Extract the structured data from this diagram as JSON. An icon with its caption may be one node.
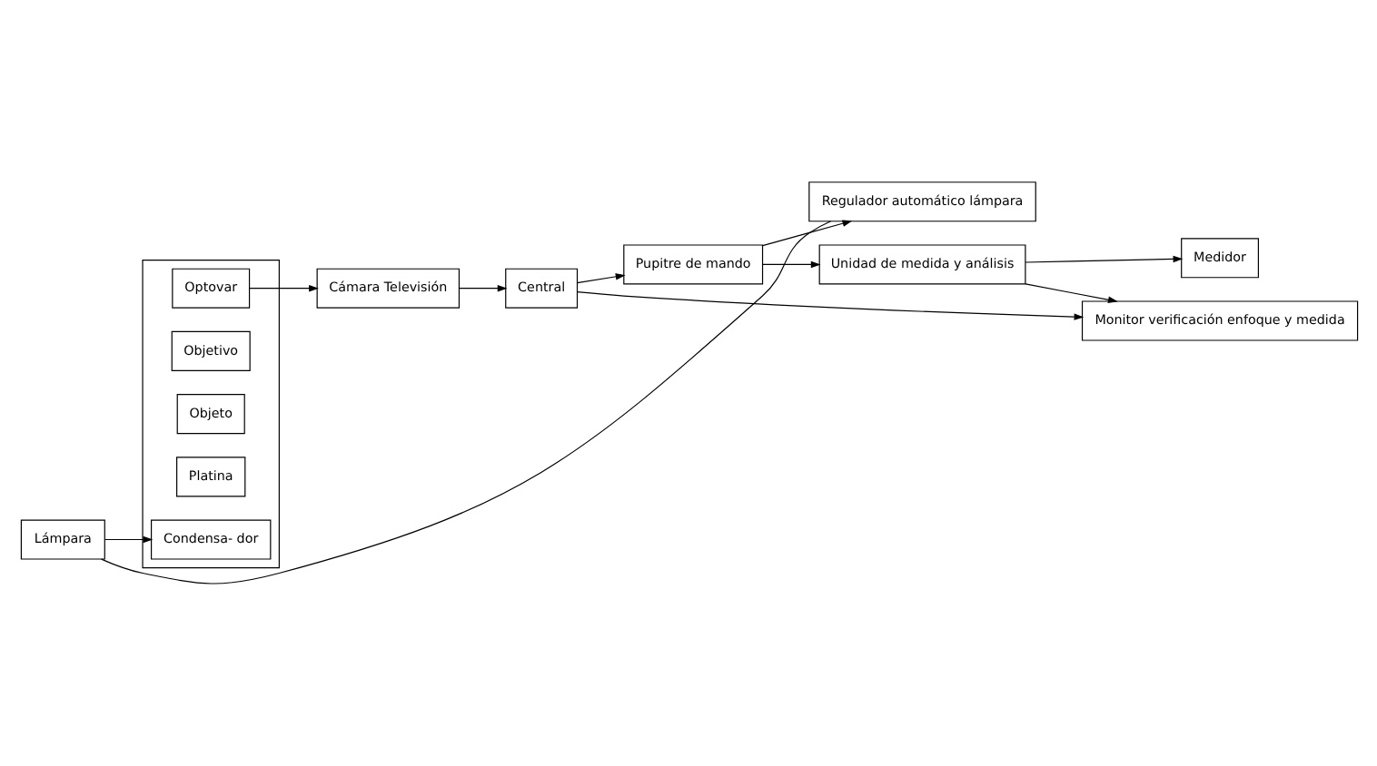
{
  "diagram": {
    "nodes": [
      {
        "text": [
          "Cámara Televisión"
        ]
      },
      {
        "text": [],
        "shape": "box"
      },
      {
        "text": [
          "Optovar"
        ],
        "in": 1
      },
      {
        "text": [
          "Objetivo"
        ],
        "in": 1
      },
      {
        "text": [
          "Objeto"
        ],
        "in": 1
      },
      {
        "text": [
          "Platina"
        ],
        "in": 1
      },
      {
        "text": [
          "Condensa- dor"
        ],
        "in": 1
      },
      {
        "text": [
          "Lámpara"
        ]
      },
      {
        "text": [
          "Central"
        ]
      },
      {
        "text": [
          "Regulador automático lámpara"
        ]
      },
      {
        "text": [
          "Unidad de medida y análisis"
        ]
      },
      {
        "text": [
          "Pupitre de mando"
        ]
      },
      {
        "text": [
          "Medidor"
        ]
      },
      {
        "text": [
          "Monitor verificación enfoque y medida"
        ]
      }
    ],
    "edges": [
      {
        "from": 7,
        "to": 6,
        "arrow": "to"
      },
      {
        "from": 2,
        "to": 0,
        "arrow": "to"
      },
      {
        "from": 0,
        "to": 8,
        "arrow": "to"
      },
      {
        "from": 8,
        "to": 11,
        "arrow": "to"
      },
      {
        "from": 11,
        "to": 9,
        "arrow": "to"
      },
      {
        "from": 11,
        "to": 10,
        "arrow": "to"
      },
      {
        "from": 10,
        "to": 12,
        "arrow": "to"
      },
      {
        "from": 10,
        "to": 13,
        "arrow": "to"
      },
      {
        "from": 8,
        "to": 13,
        "arrow": "to"
      },
      {
        "from": 9,
        "to": 7,
        "arrow": "none"
      }
    ]
  }
}
